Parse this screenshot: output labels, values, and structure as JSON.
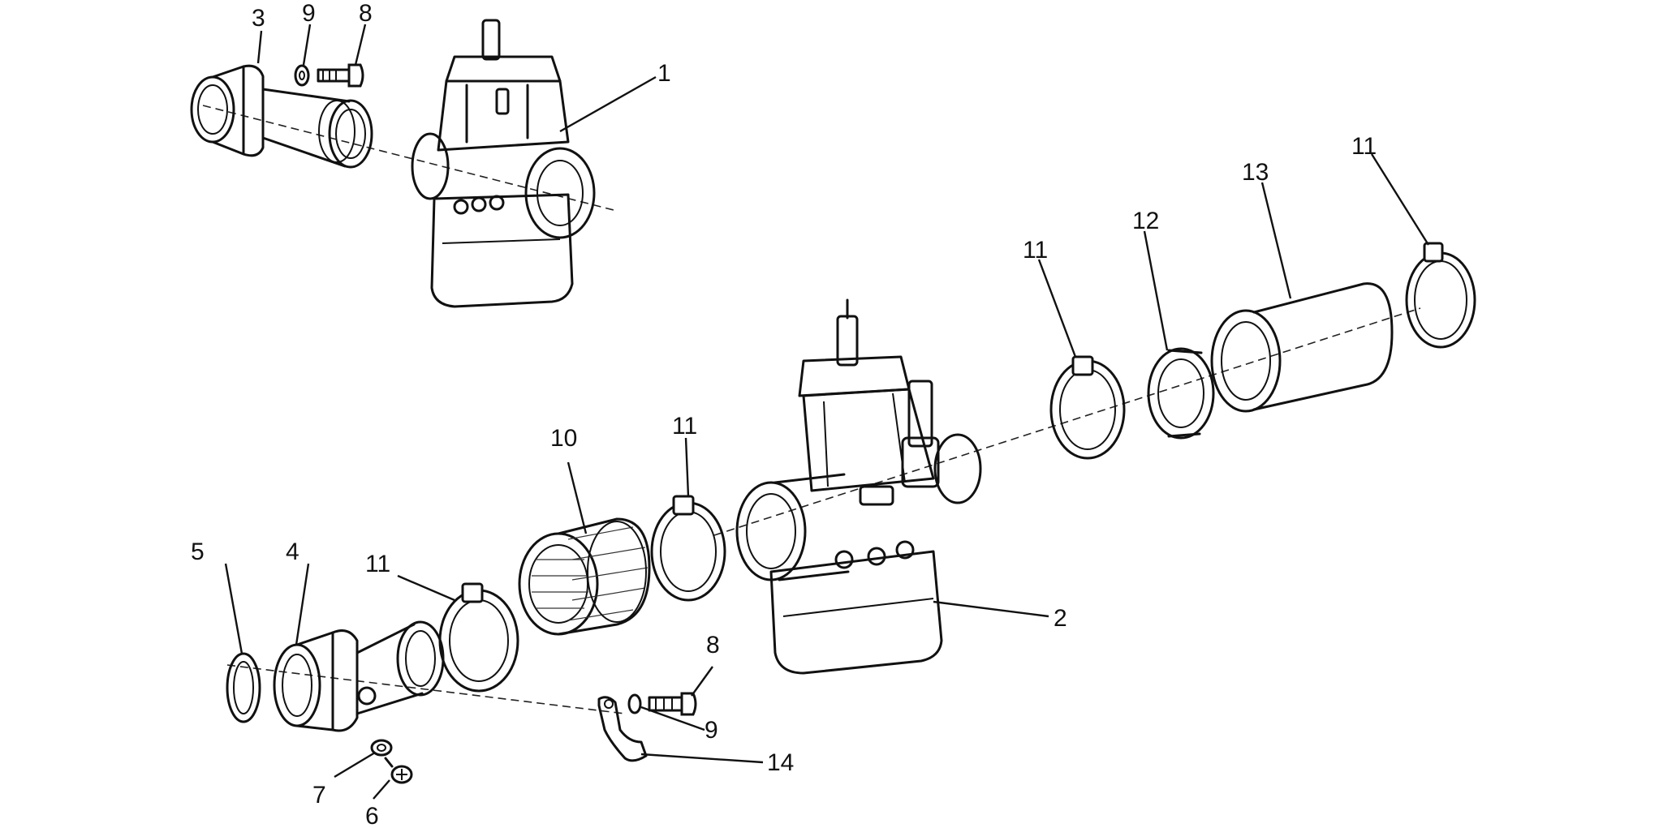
{
  "callouts": [
    {
      "id": "c1",
      "text": "1"
    },
    {
      "id": "c2",
      "text": "2"
    },
    {
      "id": "c3",
      "text": "3"
    },
    {
      "id": "c4",
      "text": "4"
    },
    {
      "id": "c5",
      "text": "5"
    },
    {
      "id": "c6",
      "text": "6"
    },
    {
      "id": "c7",
      "text": "7"
    },
    {
      "id": "c8a",
      "text": "8"
    },
    {
      "id": "c8b",
      "text": "8"
    },
    {
      "id": "c9a",
      "text": "9"
    },
    {
      "id": "c9b",
      "text": "9"
    },
    {
      "id": "c10",
      "text": "10"
    },
    {
      "id": "c11a",
      "text": "11"
    },
    {
      "id": "c11b",
      "text": "11"
    },
    {
      "id": "c11c",
      "text": "11"
    },
    {
      "id": "c11d",
      "text": "11"
    },
    {
      "id": "c12",
      "text": "12"
    },
    {
      "id": "c13",
      "text": "13"
    },
    {
      "id": "c14",
      "text": "14"
    }
  ]
}
